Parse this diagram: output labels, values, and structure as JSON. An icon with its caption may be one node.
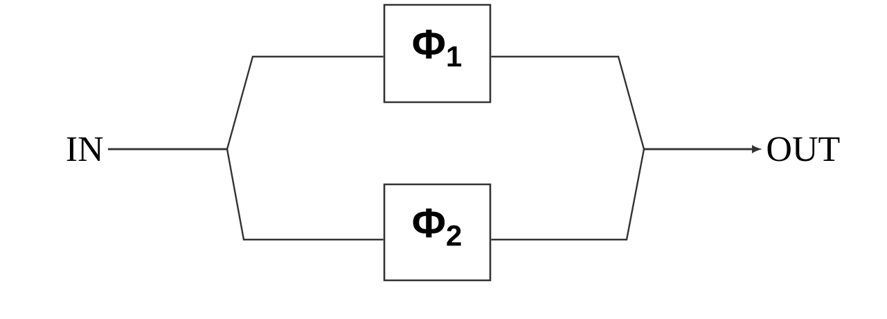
{
  "diagram": {
    "nodes": [
      {
        "text": [
          "IN"
        ]
      },
      {
        "text": [
          "Φ$_{1}$"
        ]
      },
      {
        "text": [
          "Φ$_{2}$"
        ]
      },
      {
        "text": [
          "OUT"
        ]
      }
    ],
    "edges": [
      {
        "from": 0,
        "to": 1,
        "arrow": "none"
      },
      {
        "from": 0,
        "to": 2,
        "arrow": "none"
      },
      {
        "from": 1,
        "to": 3,
        "arrow": "to"
      },
      {
        "from": 2,
        "to": 3,
        "arrow": "to"
      }
    ]
  }
}
